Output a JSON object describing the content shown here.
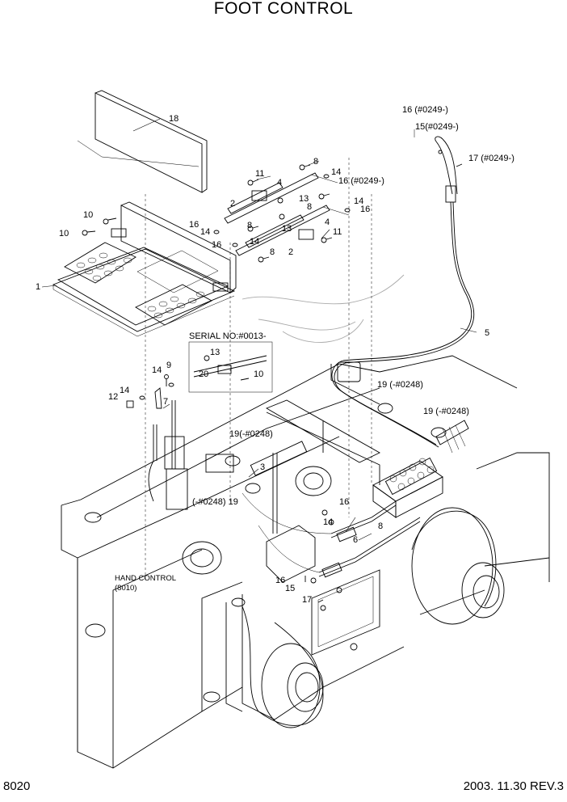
{
  "title": "FOOT CONTROL",
  "page_number": "8020",
  "revision": "2003. 11.30  REV.3",
  "serial_inset_label": "SERIAL NO:#0013-",
  "hand_control_label": "HAND CONTROL",
  "hand_control_ref": "(8010)",
  "callouts": {
    "c1": "1",
    "c2a": "2",
    "c2b": "2",
    "c3": "3",
    "c4a": "4",
    "c4b": "4",
    "c5": "5",
    "c6": "6",
    "c7": "7",
    "c8a": "8",
    "c8b": "8",
    "c8c": "8",
    "c8d": "8",
    "c8e": "8",
    "c9": "9",
    "c10a": "10",
    "c10b": "10",
    "c10c": "10",
    "c11a": "11",
    "c11b": "11",
    "c12": "12",
    "c13a": "13",
    "c13b": "13",
    "c13c": "13",
    "c14a": "14",
    "c14b": "14",
    "c14c": "14",
    "c14d": "14",
    "c14e": "14",
    "c14f": "14",
    "c14g": "14",
    "c15a": "15(#0249-)",
    "c15b": "15",
    "c16a": "16 (#0249-)",
    "c16b": "16",
    "c16c": "16",
    "c16d": "16",
    "c16e": "16",
    "c16f": "16",
    "c17a": "17 (#0249-)",
    "c17b": "17",
    "c18": "18",
    "c19a": "19 (-#0248)",
    "c19b": "19 (-#0248)",
    "c19c": "19(-#0248)",
    "c19d": "(-#0248) 19",
    "c20": "20"
  }
}
